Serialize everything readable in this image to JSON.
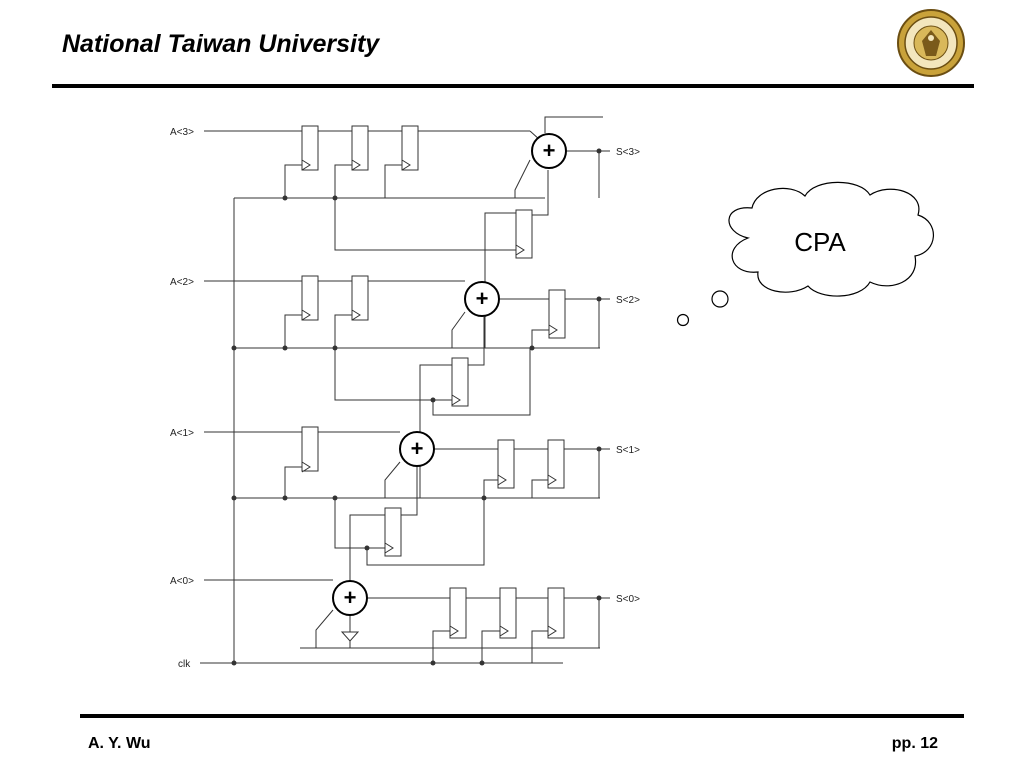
{
  "header": {
    "title": "National Taiwan University"
  },
  "footer": {
    "author": "A. Y. Wu",
    "page": "pp. 12"
  },
  "diagram": {
    "inputs": [
      "A<3>",
      "A<2>",
      "A<1>",
      "A<0>",
      "clk"
    ],
    "outputs": [
      "S<3>",
      "S<2>",
      "S<1>",
      "S<0>"
    ],
    "adder_symbol": "+",
    "callout": "CPA"
  },
  "colors": {
    "ink": "#000000",
    "wire": "#333333",
    "background": "#ffffff"
  }
}
